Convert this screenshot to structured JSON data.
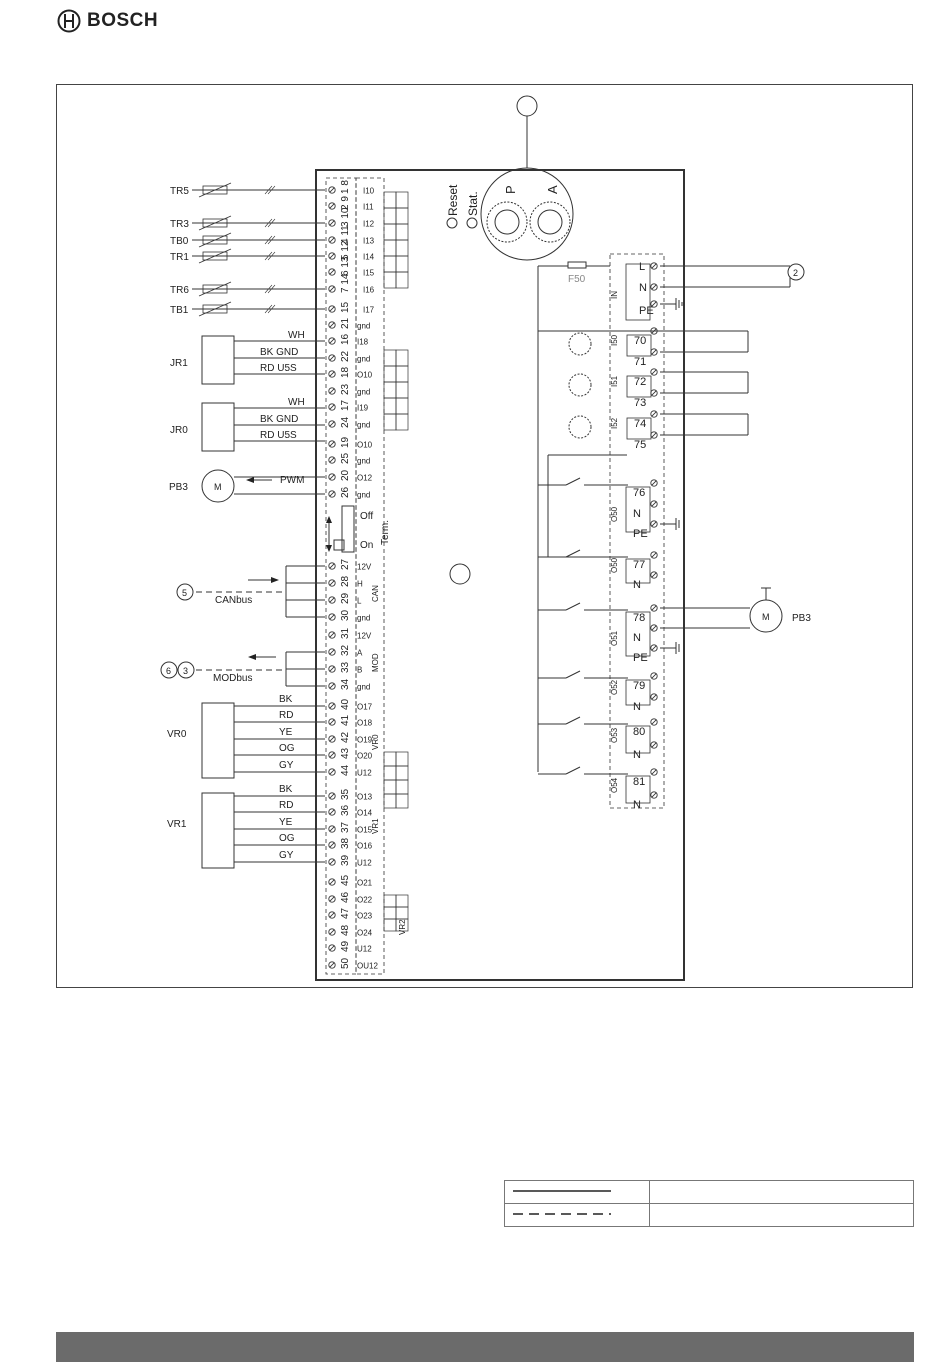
{
  "header": {
    "brand": "BOSCH"
  },
  "sensors": [
    {
      "label": "TR5",
      "terms": [
        "1",
        "8"
      ],
      "io": "I10"
    },
    {
      "label": "",
      "terms": [
        "2",
        "9"
      ],
      "io": "I11"
    },
    {
      "label": "TR3",
      "terms": [
        "3",
        "10"
      ],
      "io": "I12"
    },
    {
      "label": "TB0",
      "terms": [
        "4",
        "11"
      ],
      "io": "I13"
    },
    {
      "label": "TR1",
      "terms": [
        "5",
        "12"
      ],
      "io": "I14"
    },
    {
      "label": "",
      "terms": [
        "6",
        "13"
      ],
      "io": "I15"
    },
    {
      "label": "TR6",
      "terms": [
        "7",
        "14"
      ],
      "io": "I16"
    },
    {
      "label": "TB1",
      "terms": [
        "15"
      ],
      "io": "I17"
    }
  ],
  "left_terminals": [
    {
      "t": "21",
      "io": "gnd"
    },
    {
      "t": "16",
      "io": "I18"
    },
    {
      "t": "22",
      "io": "gnd"
    },
    {
      "t": "18",
      "io": "O10"
    },
    {
      "t": "23",
      "io": "gnd"
    },
    {
      "t": "17",
      "io": "I19"
    },
    {
      "t": "24",
      "io": "gnd"
    },
    {
      "t": "19",
      "io": "O10"
    },
    {
      "t": "25",
      "io": "gnd"
    },
    {
      "t": "20",
      "io": "O12"
    },
    {
      "t": "26",
      "io": "gnd"
    }
  ],
  "jr1": {
    "label": "JR1",
    "wires": [
      "WH",
      "BK  GND",
      "RD  U5S"
    ]
  },
  "jr0": {
    "label": "JR0",
    "wires": [
      "WH",
      "BK  GND",
      "RD  U5S"
    ]
  },
  "pb3_left": {
    "label": "PB3",
    "signal": "PWM",
    "motor": "M"
  },
  "term_switch": {
    "off": "Off",
    "on": "On",
    "label": "Term."
  },
  "can": {
    "terms": [
      [
        "27",
        "12V"
      ],
      [
        "28",
        "H"
      ],
      [
        "29",
        "L"
      ],
      [
        "30",
        "gnd"
      ]
    ],
    "label": "CAN",
    "bus": "CANbus",
    "callout": "5"
  },
  "mod": {
    "terms": [
      [
        "31",
        "12V"
      ],
      [
        "32",
        "A"
      ],
      [
        "33",
        "B"
      ],
      [
        "34",
        "gnd"
      ]
    ],
    "label": "MOD",
    "bus": "MODbus",
    "callouts": [
      "6",
      "3"
    ]
  },
  "vr0": {
    "label": "VR0",
    "wires": [
      "BK",
      "RD",
      "YE",
      "OG",
      "GY"
    ],
    "terms": [
      [
        "40",
        "O17"
      ],
      [
        "41",
        "O18"
      ],
      [
        "42",
        "O19"
      ],
      [
        "43",
        "O20"
      ],
      [
        "44",
        "U12"
      ]
    ],
    "conn": "VR0"
  },
  "vr1": {
    "label": "VR1",
    "wires": [
      "BK",
      "RD",
      "YE",
      "OG",
      "GY"
    ],
    "terms": [
      [
        "35",
        "O13"
      ],
      [
        "36",
        "O14"
      ],
      [
        "37",
        "O15"
      ],
      [
        "38",
        "O16"
      ],
      [
        "39",
        "U12"
      ]
    ],
    "conn": "VR1"
  },
  "vr2": {
    "terms": [
      [
        "45",
        "O21"
      ],
      [
        "46",
        "O22"
      ],
      [
        "47",
        "O23"
      ],
      [
        "48",
        "O24"
      ],
      [
        "49",
        "U12"
      ],
      [
        "50",
        "OU12"
      ]
    ],
    "conn": "VR2"
  },
  "controls": {
    "reset": "Reset",
    "stat": "Stat.",
    "p": "P",
    "a": "A"
  },
  "callouts": {
    "top": "",
    "mid": "",
    "two": "2"
  },
  "fuse": "F50",
  "power_in": {
    "group": "IN",
    "pins": [
      "L",
      "N",
      "PE"
    ]
  },
  "relay_groups": [
    {
      "group": "I50",
      "pins": [
        "70",
        "71"
      ]
    },
    {
      "group": "I51",
      "pins": [
        "72",
        "73"
      ]
    },
    {
      "group": "I52",
      "pins": [
        "74",
        "75"
      ]
    }
  ],
  "output_groups": [
    {
      "group": "O50",
      "pins": [
        "76",
        "N",
        "PE"
      ]
    },
    {
      "group": "O50",
      "pins": [
        "77",
        "N"
      ]
    },
    {
      "group": "O51",
      "pins": [
        "78",
        "N",
        "PE"
      ]
    },
    {
      "group": "O52",
      "pins": [
        "79",
        "N"
      ]
    },
    {
      "group": "O53",
      "pins": [
        "80",
        "N"
      ]
    },
    {
      "group": "O54",
      "pins": [
        "81",
        "N"
      ]
    }
  ],
  "pb3_right": {
    "label": "PB3",
    "motor": "M"
  },
  "legend": [
    {
      "symbol": "solid-line",
      "text": ""
    },
    {
      "symbol": "dashed-line",
      "text": ""
    }
  ]
}
